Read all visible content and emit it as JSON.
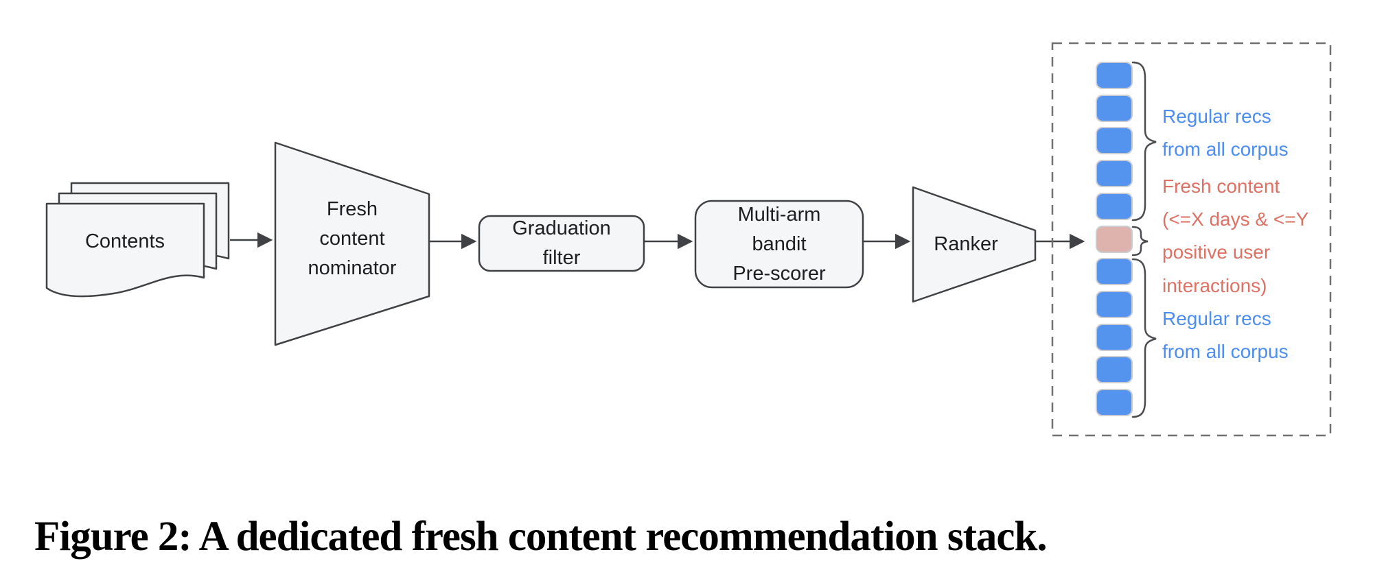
{
  "figure": {
    "caption": "Figure 2: A dedicated fresh content recommendation stack."
  },
  "pipeline": {
    "contents": {
      "label": "Contents"
    },
    "nominator": {
      "line1": "Fresh",
      "line2": "content",
      "line3": "nominator"
    },
    "graduation": {
      "line1": "Graduation",
      "line2": "filter"
    },
    "bandit": {
      "line1": "Multi-arm",
      "line2": "bandit",
      "line3": "Pre-scorer"
    },
    "ranker": {
      "label": "Ranker"
    }
  },
  "output_panel": {
    "squares": [
      "regular",
      "regular",
      "regular",
      "regular",
      "regular",
      "fresh",
      "regular",
      "regular",
      "regular",
      "regular",
      "regular"
    ],
    "annotations": [
      {
        "text": "Regular recs",
        "color": "blue"
      },
      {
        "text": "from all corpus",
        "color": "blue"
      },
      {
        "text": "Fresh content",
        "color": "salmon"
      },
      {
        "text": "(<=X days & <=Y",
        "color": "salmon"
      },
      {
        "text": "positive user",
        "color": "salmon"
      },
      {
        "text": "interactions)",
        "color": "salmon"
      },
      {
        "text": "Regular recs",
        "color": "blue"
      },
      {
        "text": "from all corpus",
        "color": "blue"
      }
    ]
  },
  "colors": {
    "rec_blue": "#5493ee",
    "rec_fresh_pink": "#dfb3ad",
    "label_blue": "#4c8df2",
    "label_salmon": "#dd7164",
    "line": "#3f4145",
    "node_fill": "#f5f6f7",
    "dash_border": "#707070",
    "square_border": "#c9ccd1"
  }
}
